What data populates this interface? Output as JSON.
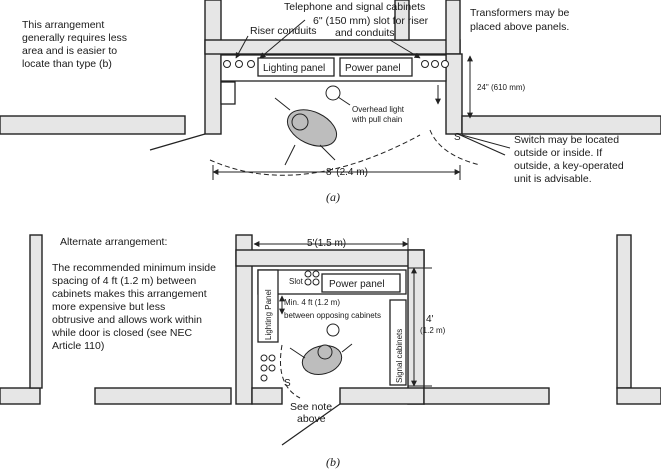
{
  "diagram_a": {
    "caption": "(a)",
    "note_left": [
      "This arrangement",
      "generally requires less",
      "area and is easier to",
      "locate than type (b)"
    ],
    "label_telephone": "Telephone and signal cabinets",
    "label_riser_conduits": "Riser conduits",
    "label_slot": [
      "6\" (150 mm) slot for riser",
      "and conduits"
    ],
    "note_transformers": [
      "Transformers may be",
      "placed above panels."
    ],
    "lighting_panel": "Lighting panel",
    "power_panel": "Power panel",
    "overhead_light": [
      "Overhead light",
      "with pull chain"
    ],
    "dim_depth": "24\" (610 mm)",
    "dim_width": "8' (2.4 m)",
    "switch_marker": "S",
    "note_switch": [
      "Switch may be located",
      "outside or inside. If",
      "outside, a key-operated",
      "unit is advisable."
    ]
  },
  "diagram_b": {
    "caption": "(b)",
    "note_title": "Alternate arrangement:",
    "note_lines": [
      "The recommended minimum inside",
      "spacing of 4 ft (1.2 m)  between",
      "cabinets makes this arrangement",
      "more expensive but less",
      "obtrusive and allows work within",
      "while door is closed  (see NEC",
      "Article 110)"
    ],
    "dim_width": "5'(1.5 m)",
    "dim_height": [
      "4'",
      "(1.2 m)"
    ],
    "slot": "Slot",
    "power_panel": "Power panel",
    "lighting_panel": "Lighting Panel",
    "signal_cabinets": "Signal cabinets",
    "min_spacing": "Min. 4 ft (1.2 m)",
    "between_cabinets": "between opposing cabinets",
    "switch_marker": "S",
    "see_note": [
      "See note",
      "above"
    ]
  }
}
